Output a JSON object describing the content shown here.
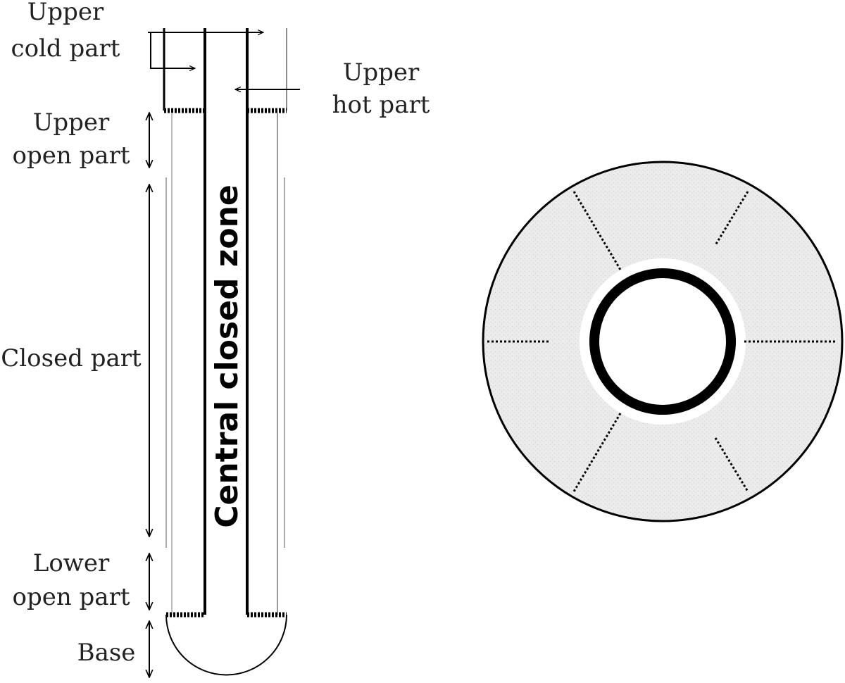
{
  "labels": {
    "upper_cold_1": "Upper",
    "upper_cold_2": "cold part",
    "upper_hot_1": "Upper",
    "upper_hot_2": "hot part",
    "upper_open_1": "Upper",
    "upper_open_2": "open part",
    "closed_part": "Closed part",
    "lower_open_1": "Lower",
    "lower_open_2": "open part",
    "base": "Base",
    "central_zone": "Central closed zone"
  }
}
